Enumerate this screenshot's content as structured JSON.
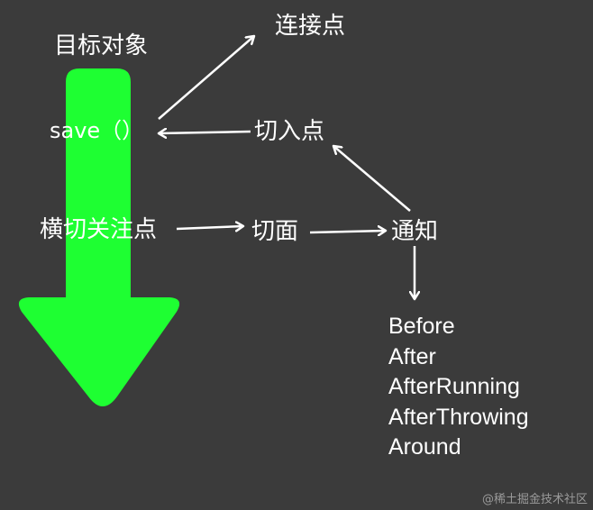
{
  "colors": {
    "background": "#3b3b3b",
    "flow_arrow": "#1eff32",
    "text": "#ffffff",
    "lines": "#ffffff",
    "watermark": "#9a9a9a"
  },
  "labels": {
    "target_object": "目标对象",
    "join_point": "连接点",
    "method_call": "save（）",
    "pointcut": "切入点",
    "cross_cutting_concern": "横切关注点",
    "aspect": "切面",
    "advice": "通知"
  },
  "advice_types": [
    "Before",
    "After",
    "AfterRunning",
    "AfterThrowing",
    "Around"
  ],
  "watermark": "@稀土掘金技术社区",
  "icons": {
    "flow": "down-arrow-icon"
  }
}
